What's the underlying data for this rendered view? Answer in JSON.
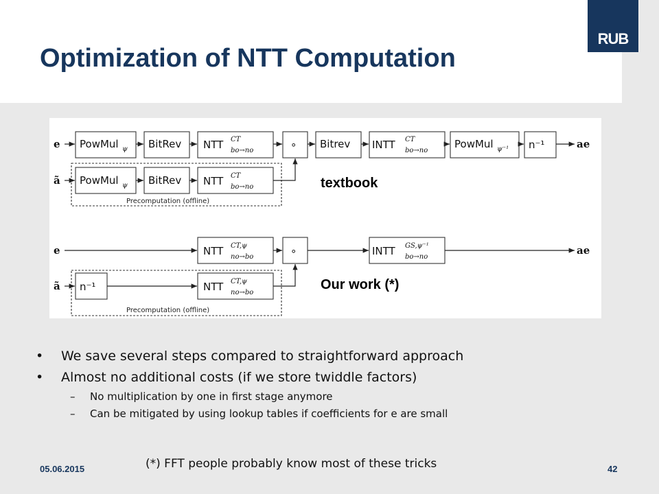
{
  "slide": {
    "title": "Optimization of NTT Computation",
    "logo": "RUB",
    "date": "05.06.2015",
    "page": "42",
    "footnote": "(*) FFT people probably know most of these tricks"
  },
  "diagram": {
    "label_textbook": "textbook",
    "label_ours": "Our work (*)",
    "top": {
      "input_e": "e",
      "input_a": "ã",
      "output": "ae",
      "powmul": "PowMul",
      "powmul_sub": "ψ",
      "bitrev": "BitRev",
      "ntt": "NTT",
      "ntt_sup": "CT",
      "ntt_sub": "bo→no",
      "mult": "∘",
      "bitrev2": "Bitrev",
      "intt": "INTT",
      "intt_sup": "CT",
      "intt_sub": "bo→no",
      "powmul_inv": "PowMul",
      "powmul_inv_sub": "ψ⁻¹",
      "ninv": "n⁻¹",
      "precomp": "Precomputation (offline)"
    },
    "bottom": {
      "input_e": "e",
      "input_a": "ã",
      "output": "ae",
      "ntt": "NTT",
      "ntt_sup": "CT,ψ",
      "ntt_sub": "no→bo",
      "mult": "∘",
      "intt": "INTT",
      "intt_sup": "GS,ψ⁻¹",
      "intt_sub": "bo→no",
      "ninv": "n⁻¹",
      "precomp": "Precomputation (offline)"
    }
  },
  "bullets": [
    "We save several steps compared to straightforward approach",
    "Almost no additional costs (if we store twiddle factors)"
  ],
  "sub_bullets": [
    "No multiplication by one in first stage anymore",
    "Can be mitigated by using lookup tables if coefficients for e are small"
  ],
  "colors": {
    "title": "#17365d",
    "logo_bg": "#17365d",
    "background": "#e9e9e9"
  }
}
